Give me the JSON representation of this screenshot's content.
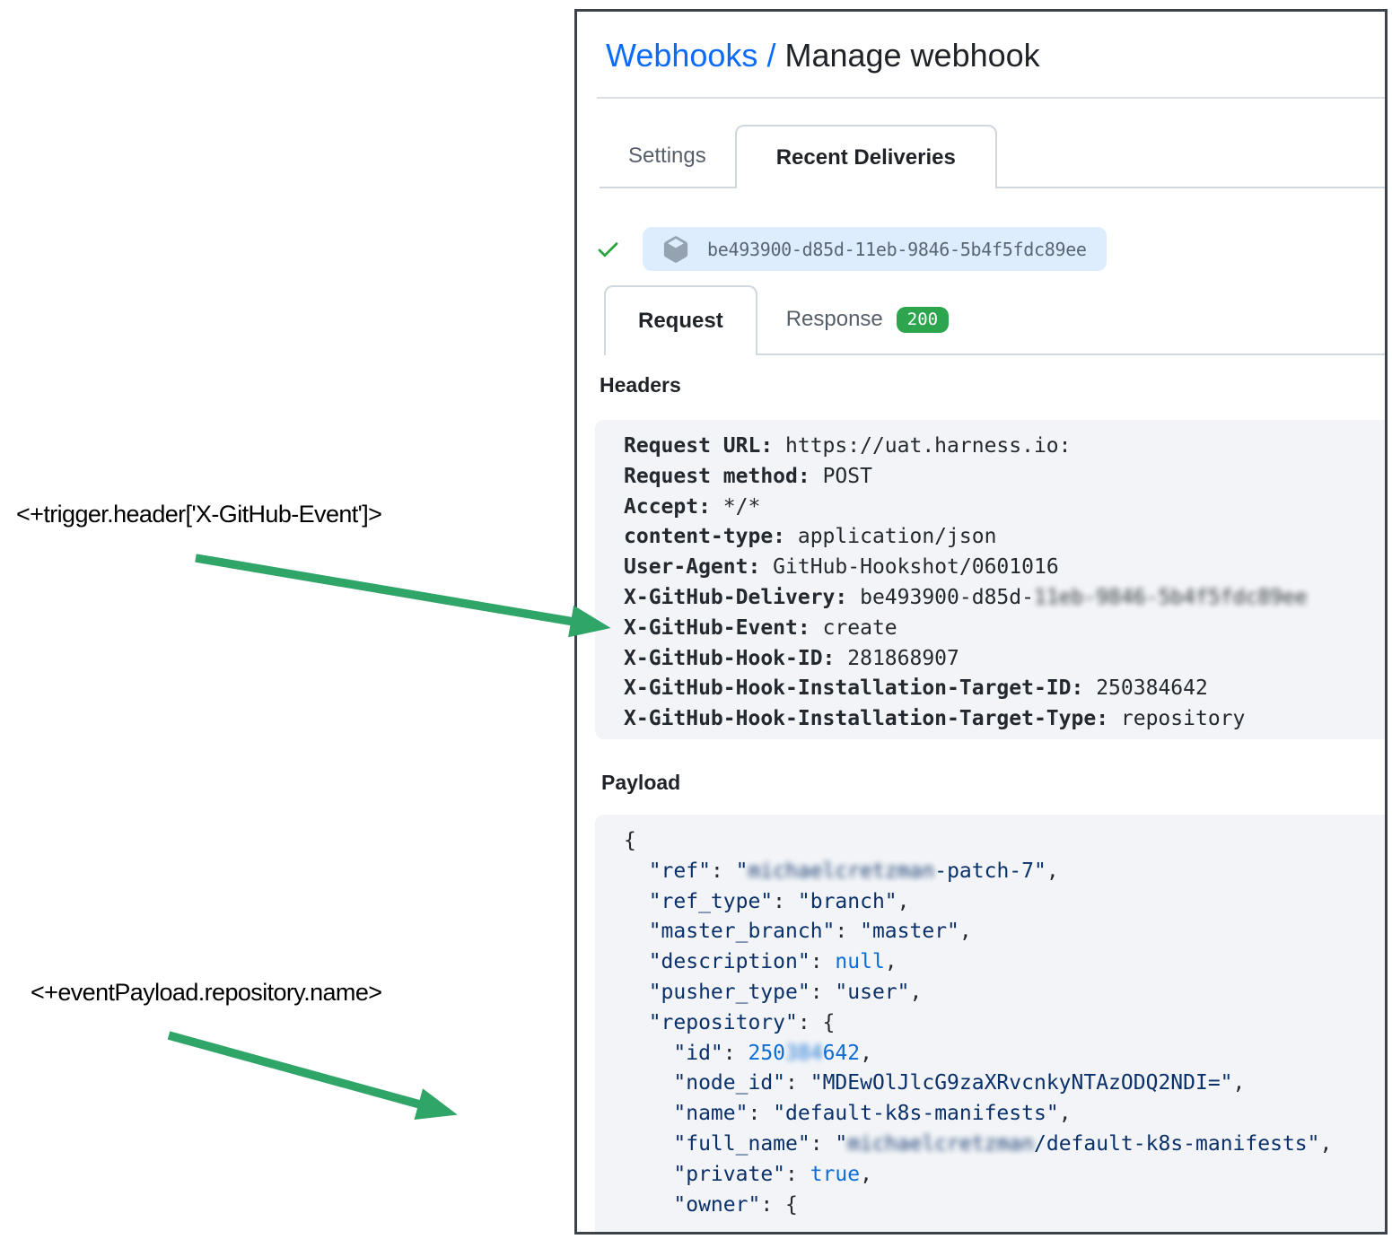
{
  "annotations": {
    "trigger_header": "<+trigger.header['X-GitHub-Event']>",
    "event_payload": "<+eventPayload.repository.name>"
  },
  "colors": {
    "arrow_green": "#30a568",
    "check_green": "#27a43b",
    "badge_green": "#2da44e",
    "link_blue": "#0b6cfb",
    "pill_blue_bg": "#ddedfd"
  },
  "breadcrumb": {
    "link": "Webhooks",
    "sep": " / ",
    "current": "Manage webhook"
  },
  "main_tabs": [
    {
      "label": "Settings",
      "active": false
    },
    {
      "label": "Recent Deliveries",
      "active": true
    }
  ],
  "delivery": {
    "guid": "be493900-d85d-11eb-9846-5b4f5fdc89ee",
    "status_icon": "check-icon",
    "type_icon": "package-cube-icon"
  },
  "sub_tabs": [
    {
      "label": "Request",
      "active": true
    },
    {
      "label": "Response",
      "active": false,
      "badge": "200"
    }
  ],
  "headers_section": {
    "title": "Headers",
    "lines": [
      {
        "name": "Request URL",
        "value": "https://uat.harness.io:"
      },
      {
        "name": "Request method",
        "value": "POST"
      },
      {
        "name": "Accept",
        "value": "*/*"
      },
      {
        "name": "content-type",
        "value": "application/json"
      },
      {
        "name": "User-Agent",
        "value": "GitHub-Hookshot/0601016"
      },
      {
        "name": "X-GitHub-Delivery",
        "value": "be493900-d85d-",
        "blurred": "11eb-9846-5b4f5fdc89ee"
      },
      {
        "name": "X-GitHub-Event",
        "value": "create"
      },
      {
        "name": "X-GitHub-Hook-ID",
        "value": "281868907"
      },
      {
        "name": "X-GitHub-Hook-Installation-Target-ID",
        "value": "250384642"
      },
      {
        "name": "X-GitHub-Hook-Installation-Target-Type",
        "value": "repository"
      }
    ]
  },
  "payload_section": {
    "title": "Payload",
    "lines": [
      {
        "indent": 0,
        "tokens": [
          {
            "t": "punc",
            "v": "{"
          }
        ]
      },
      {
        "indent": 2,
        "tokens": [
          {
            "t": "key",
            "v": "\"ref\""
          },
          {
            "t": "punc",
            "v": ": "
          },
          {
            "t": "str",
            "v": "\""
          },
          {
            "t": "str",
            "v": "michaelcretzman",
            "blur": true
          },
          {
            "t": "str",
            "v": "-patch-7\""
          },
          {
            "t": "punc",
            "v": ","
          }
        ]
      },
      {
        "indent": 2,
        "tokens": [
          {
            "t": "key",
            "v": "\"ref_type\""
          },
          {
            "t": "punc",
            "v": ": "
          },
          {
            "t": "str",
            "v": "\"branch\""
          },
          {
            "t": "punc",
            "v": ","
          }
        ]
      },
      {
        "indent": 2,
        "tokens": [
          {
            "t": "key",
            "v": "\"master_branch\""
          },
          {
            "t": "punc",
            "v": ": "
          },
          {
            "t": "str",
            "v": "\"master\""
          },
          {
            "t": "punc",
            "v": ","
          }
        ]
      },
      {
        "indent": 2,
        "tokens": [
          {
            "t": "key",
            "v": "\"description\""
          },
          {
            "t": "punc",
            "v": ": "
          },
          {
            "t": "const",
            "v": "null"
          },
          {
            "t": "punc",
            "v": ","
          }
        ]
      },
      {
        "indent": 2,
        "tokens": [
          {
            "t": "key",
            "v": "\"pusher_type\""
          },
          {
            "t": "punc",
            "v": ": "
          },
          {
            "t": "str",
            "v": "\"user\""
          },
          {
            "t": "punc",
            "v": ","
          }
        ]
      },
      {
        "indent": 2,
        "tokens": [
          {
            "t": "key",
            "v": "\"repository\""
          },
          {
            "t": "punc",
            "v": ": {"
          }
        ]
      },
      {
        "indent": 4,
        "tokens": [
          {
            "t": "key",
            "v": "\"id\""
          },
          {
            "t": "punc",
            "v": ": "
          },
          {
            "t": "const",
            "v": "250"
          },
          {
            "t": "const",
            "v": "384",
            "blur": true
          },
          {
            "t": "const",
            "v": "642"
          },
          {
            "t": "punc",
            "v": ","
          }
        ]
      },
      {
        "indent": 4,
        "tokens": [
          {
            "t": "key",
            "v": "\"node_id\""
          },
          {
            "t": "punc",
            "v": ": "
          },
          {
            "t": "str",
            "v": "\"MDEwOlJlcG9zaXRvcnkyNTAzODQ2NDI=\""
          },
          {
            "t": "punc",
            "v": ","
          }
        ]
      },
      {
        "indent": 4,
        "tokens": [
          {
            "t": "key",
            "v": "\"name\""
          },
          {
            "t": "punc",
            "v": ": "
          },
          {
            "t": "str",
            "v": "\"default-k8s-manifests\""
          },
          {
            "t": "punc",
            "v": ","
          }
        ]
      },
      {
        "indent": 4,
        "tokens": [
          {
            "t": "key",
            "v": "\"full_name\""
          },
          {
            "t": "punc",
            "v": ": "
          },
          {
            "t": "str",
            "v": "\""
          },
          {
            "t": "str",
            "v": "michaelcretzman",
            "blur": true
          },
          {
            "t": "str",
            "v": "/default-k8s-manifests\""
          },
          {
            "t": "punc",
            "v": ","
          }
        ]
      },
      {
        "indent": 4,
        "tokens": [
          {
            "t": "key",
            "v": "\"private\""
          },
          {
            "t": "punc",
            "v": ": "
          },
          {
            "t": "const",
            "v": "true"
          },
          {
            "t": "punc",
            "v": ","
          }
        ]
      },
      {
        "indent": 4,
        "tokens": [
          {
            "t": "key",
            "v": "\"owner\""
          },
          {
            "t": "punc",
            "v": ": {"
          }
        ]
      }
    ]
  }
}
